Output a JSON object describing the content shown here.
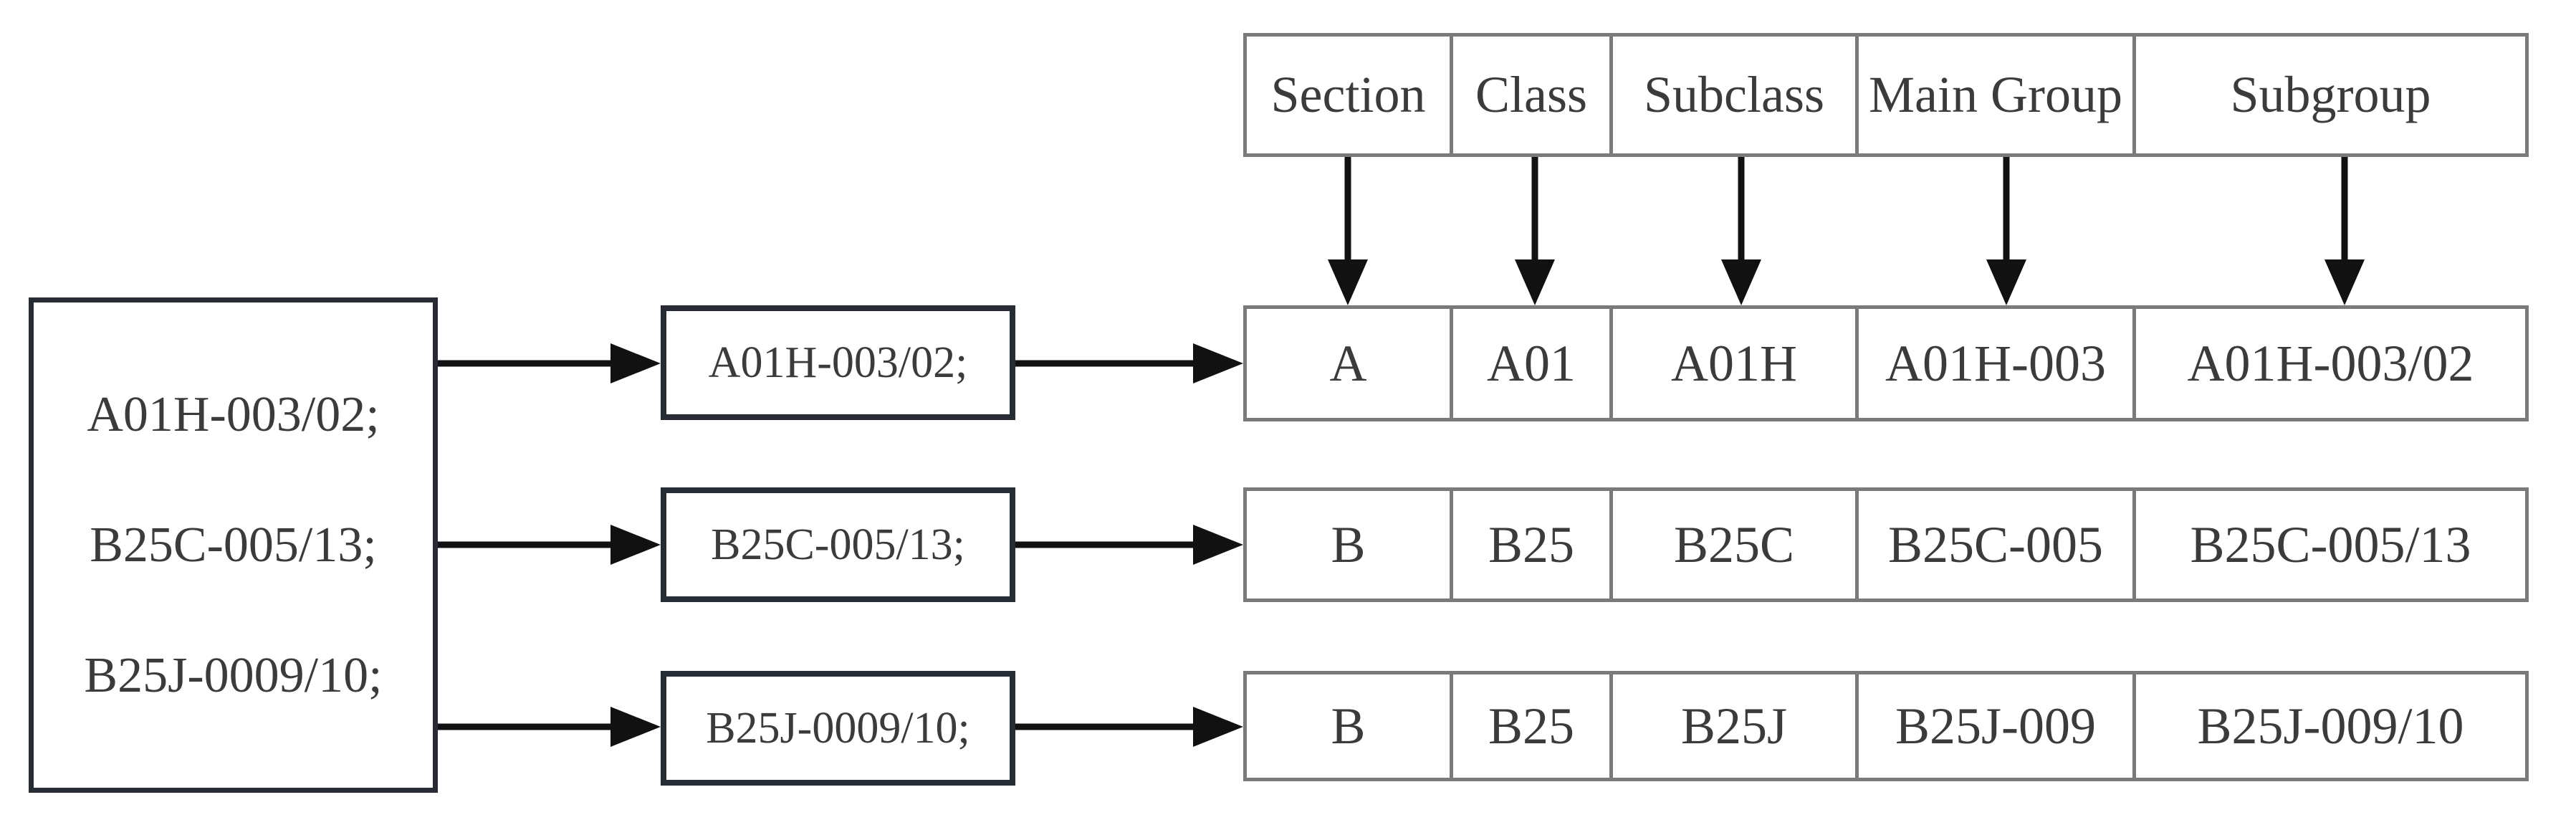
{
  "source_box": {
    "lines": [
      "A01H-003/02;",
      "B25C-005/13;",
      "B25J-0009/10;"
    ]
  },
  "code_boxes": [
    "A01H-003/02;",
    "B25C-005/13;",
    "B25J-0009/10;"
  ],
  "table": {
    "headers": [
      "Section",
      "Class",
      "Subclass",
      "Main Group",
      "Subgroup"
    ],
    "rows": [
      [
        "A",
        "A01",
        "A01H",
        "A01H-003",
        "A01H-003/02"
      ],
      [
        "B",
        "B25",
        "B25C",
        "B25C-005",
        "B25C-005/13"
      ],
      [
        "B",
        "B25",
        "B25J",
        "B25J-009",
        "B25J-009/10"
      ]
    ]
  },
  "colors": {
    "background": "#ffffff",
    "box_border": "#272b33",
    "table_border": "#7a7a7a",
    "text": "#3b3b3b",
    "arrow": "#111111"
  }
}
